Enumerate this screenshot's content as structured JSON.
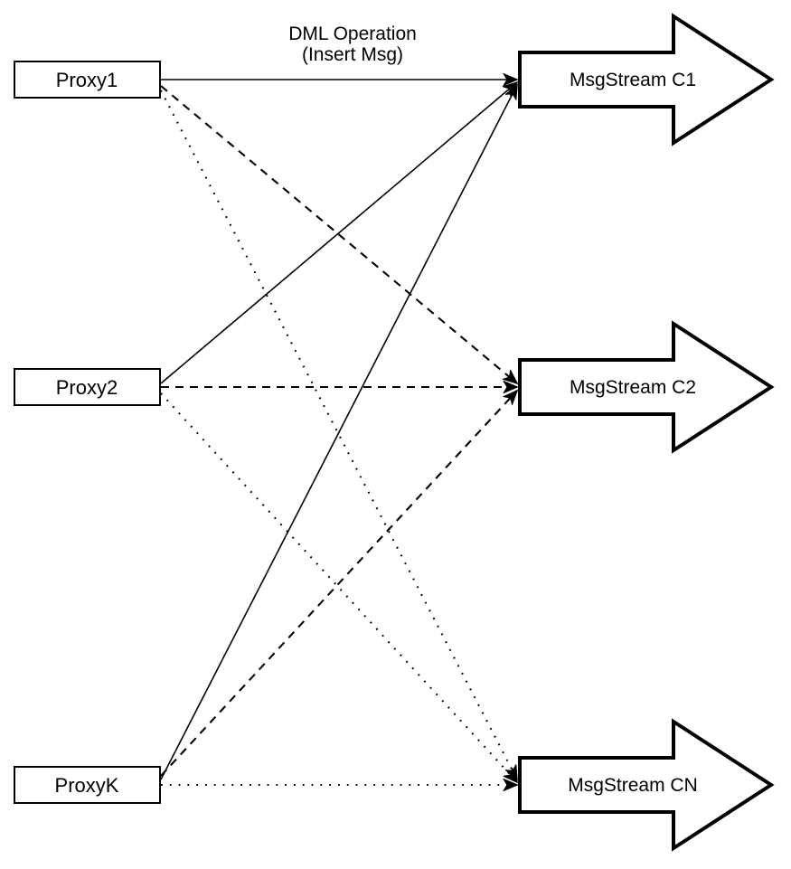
{
  "title": {
    "line1": "DML Operation",
    "line2": "(Insert Msg)"
  },
  "proxies": [
    {
      "label": "Proxy1"
    },
    {
      "label": "Proxy2"
    },
    {
      "label": "ProxyK"
    }
  ],
  "streams": [
    {
      "label": "MsgStream C1"
    },
    {
      "label": "MsgStream C2"
    },
    {
      "label": "MsgStream CN"
    }
  ],
  "edges": [
    {
      "from": "Proxy1",
      "to": "MsgStream C1",
      "style": "solid"
    },
    {
      "from": "Proxy2",
      "to": "MsgStream C1",
      "style": "solid"
    },
    {
      "from": "ProxyK",
      "to": "MsgStream C1",
      "style": "solid"
    },
    {
      "from": "Proxy1",
      "to": "MsgStream C2",
      "style": "dashed"
    },
    {
      "from": "Proxy2",
      "to": "MsgStream C2",
      "style": "dashed"
    },
    {
      "from": "ProxyK",
      "to": "MsgStream C2",
      "style": "dashed"
    },
    {
      "from": "Proxy1",
      "to": "MsgStream CN",
      "style": "dotted"
    },
    {
      "from": "Proxy2",
      "to": "MsgStream CN",
      "style": "dotted"
    },
    {
      "from": "ProxyK",
      "to": "MsgStream CN",
      "style": "dotted"
    }
  ],
  "colors": {
    "background": "#ffffff",
    "line": "#000000",
    "shape_fill": "#ffffff",
    "shape_stroke": "#000000",
    "text": "#000000"
  }
}
